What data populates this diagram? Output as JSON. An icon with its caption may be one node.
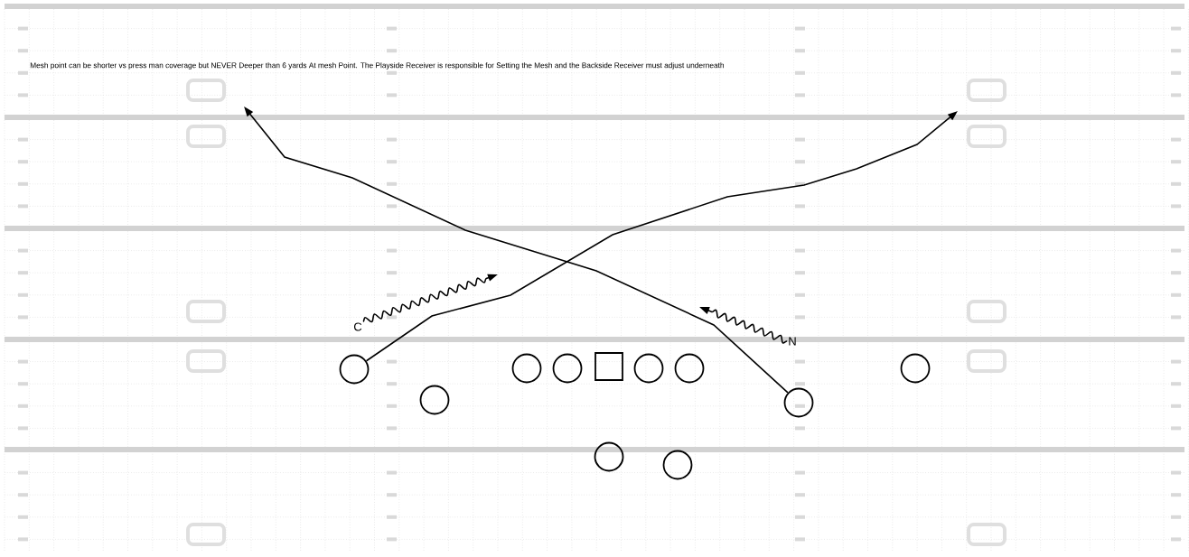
{
  "diagram": {
    "nodes": [
      {
        "text": [
          "C"
        ]
      },
      {
        "text": [
          "N"
        ]
      },
      {
        "text": [],
        "shape": "circle"
      },
      {
        "text": [],
        "shape": "circle"
      },
      {
        "text": [],
        "shape": "circle"
      },
      {
        "text": [],
        "shape": "box"
      },
      {
        "text": [],
        "shape": "circle"
      },
      {
        "text": [],
        "shape": "circle"
      },
      {
        "text": [],
        "shape": "circle"
      },
      {
        "text": [],
        "shape": "circle"
      },
      {
        "text": [],
        "shape": "circle"
      },
      {
        "text": [],
        "shape": "circle"
      },
      {
        "text": [],
        "shape": "circle"
      }
    ],
    "edges": [
      {
        "from": 2,
        "to": null,
        "arrow": "to"
      },
      {
        "from": 10,
        "to": null,
        "arrow": "to"
      },
      {
        "from": 0,
        "to": null,
        "arrow": "to"
      },
      {
        "from": 1,
        "to": null,
        "arrow": "to"
      }
    ],
    "labels": [
      "Mesh point can be shorter vs press man coverage but NEVER Deeper than 6 yards At mesh Point.  The Playside Receiver is responsible for Setting the Mesh and the Backside Receiver must adjust underneath"
    ]
  }
}
